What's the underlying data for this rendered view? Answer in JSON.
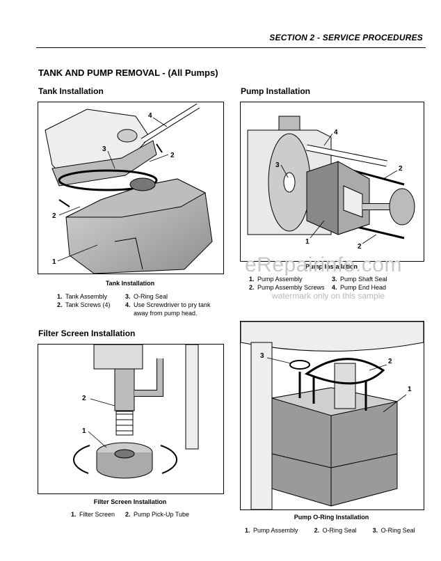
{
  "header": {
    "section": "SECTION 2 - SERVICE PROCEDURES"
  },
  "main_title": "TANK AND PUMP REMOVAL - (All Pumps)",
  "tank": {
    "heading": "Tank Installation",
    "caption": "Tank Installation",
    "callouts": [
      "1",
      "2",
      "2",
      "3",
      "4"
    ],
    "legend": [
      {
        "n": "1.",
        "t": "Tank Assembly"
      },
      {
        "n": "2.",
        "t": "Tank Screws (4)"
      },
      {
        "n": "3.",
        "t": "O-Ring Seal"
      },
      {
        "n": "4.",
        "t": "Use Screwdriver to pry tank"
      },
      {
        "n": "",
        "t": "away from pump head."
      }
    ]
  },
  "pump": {
    "heading": "Pump Installation",
    "caption": "Pump Installation",
    "callouts": [
      "1",
      "2",
      "2",
      "3",
      "4"
    ],
    "legend": [
      {
        "n": "1.",
        "t": "Pump Assembly"
      },
      {
        "n": "2.",
        "t": "Pump Assembly Screws"
      },
      {
        "n": "3.",
        "t": "Pump Shaft Seal"
      },
      {
        "n": "4.",
        "t": "Pump End Head"
      }
    ]
  },
  "filter": {
    "heading": "Filter Screen Installation",
    "caption": "Filter Screen Installation",
    "callouts": [
      "1",
      "2"
    ],
    "legend": [
      {
        "n": "1.",
        "t": "Filter Screen"
      },
      {
        "n": "2.",
        "t": "Pump Pick-Up Tube"
      }
    ]
  },
  "oring": {
    "caption": "Pump O-Ring Installation",
    "callouts": [
      "1",
      "2",
      "3"
    ],
    "legend": [
      {
        "n": "1.",
        "t": "Pump Assembly"
      },
      {
        "n": "2.",
        "t": "O-Ring Seal"
      },
      {
        "n": "3.",
        "t": "O-Ring Seal"
      }
    ]
  },
  "watermark": {
    "site": "eRepairinfo.com",
    "note": "watermark only on this sample"
  }
}
